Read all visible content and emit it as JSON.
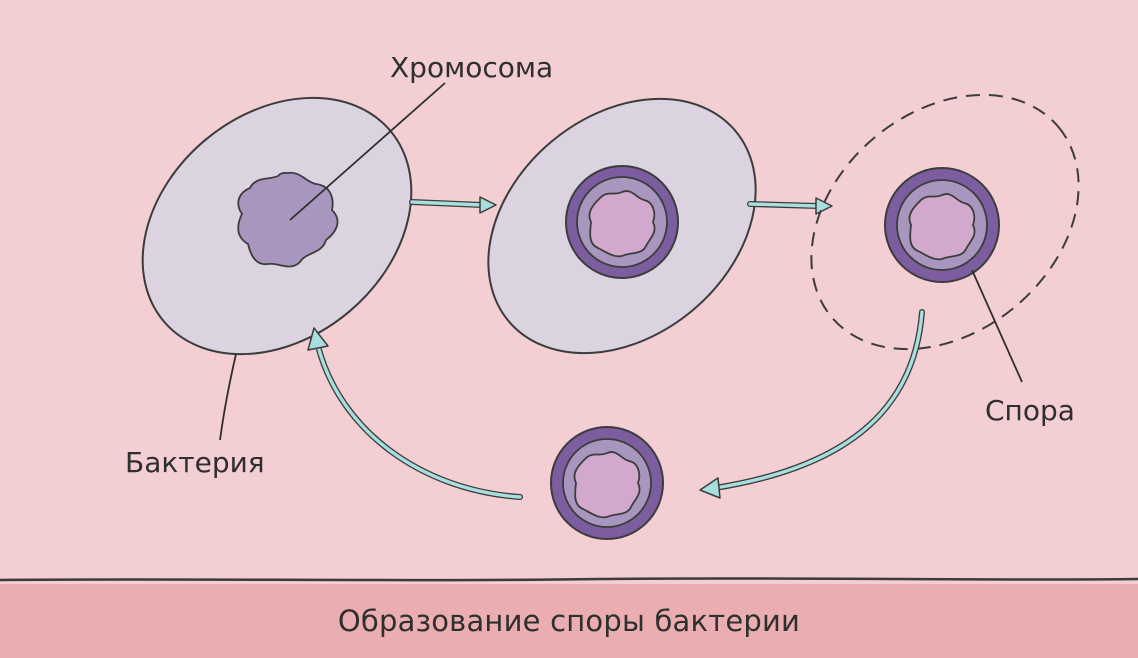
{
  "labels": {
    "chromosome": "Хромосома",
    "bacterium": "Бактерия",
    "spore": "Спора"
  },
  "caption": "Образование споры бактерии",
  "colors": {
    "background": "#f3ced2",
    "caption_bar": "#eaaeb1",
    "cell_fill": "#dcd3e1",
    "chromosome_fill": "#a996be",
    "spore_coat": "#7c5ea0",
    "spore_core": "#d2a9cd",
    "arrow": "#a7dede",
    "outline": "#3c3c3c"
  }
}
